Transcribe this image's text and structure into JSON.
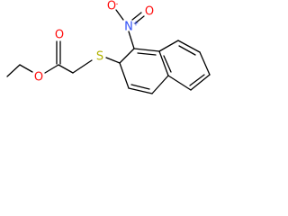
{
  "molecule": {
    "atoms": {
      "o_ester_carbonyl": "O",
      "o_ester_ether": "O",
      "sulfur": "S",
      "nitro_nitrogen": "N",
      "nitro_n_charge": "+",
      "nitro_o_top": "O",
      "nitro_o_top_charge": "-",
      "nitro_o_right": "O"
    },
    "colors": {
      "bond": "#000000",
      "oxygen": "#ff0d0d",
      "sulfur": "#b2b200",
      "nitrogen": "#3050f8"
    }
  }
}
